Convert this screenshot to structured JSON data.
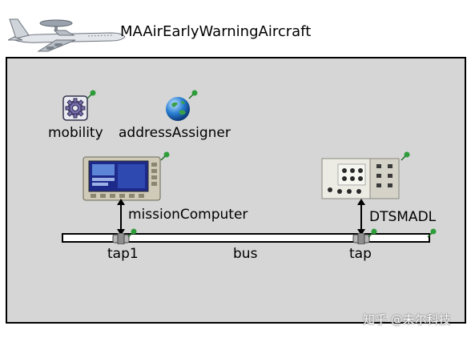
{
  "network": {
    "name": "MAAirEarlyWarningAircraft",
    "icon": "awacs-aircraft-icon"
  },
  "modules": {
    "mobility": {
      "label": "mobility",
      "icon": "gear-icon"
    },
    "address_assigner": {
      "label": "addressAssigner",
      "icon": "globe-icon"
    },
    "mission_computer": {
      "label": "missionComputer",
      "icon": "display-unit-icon"
    },
    "dtsmadl": {
      "label": "DTSMADL",
      "icon": "radio-unit-icon"
    },
    "bus": {
      "label": "bus"
    },
    "tap1": {
      "label": "tap1",
      "icon": "connector-tap-icon"
    },
    "tap": {
      "label": "tap",
      "icon": "connector-tap-icon"
    }
  },
  "watermark": {
    "text": "知乎 @未尔科技"
  },
  "colors": {
    "canvas": "#d6d6d6",
    "pin": "#2e9e3a",
    "border": "#000000"
  }
}
